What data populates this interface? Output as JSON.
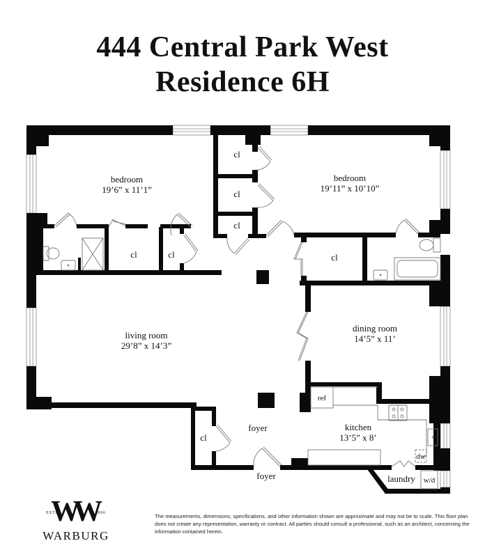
{
  "header": {
    "title_line1": "444 Central Park West",
    "title_line2": "Residence 6H"
  },
  "rooms": {
    "bedroom_west": {
      "name": "bedroom",
      "dims": "19’6” x 11’1”"
    },
    "bedroom_east": {
      "name": "bedroom",
      "dims": "19’11” x 10’10”"
    },
    "living_room": {
      "name": "living room",
      "dims": "29’8” x 14’3”"
    },
    "dining_room": {
      "name": "dining room",
      "dims": "14’5” x 11’"
    },
    "kitchen": {
      "name": "kitchen",
      "dims": "13’5” x 8’"
    },
    "foyer_inner": {
      "name": "foyer"
    },
    "foyer_entry": {
      "name": "foyer"
    },
    "laundry": {
      "name": "laundry"
    }
  },
  "closets": {
    "label": "cl",
    "bath_closet": "cl",
    "small_closet": "cl",
    "center_top": "cl",
    "center_mid": "cl",
    "center_bottom": "cl",
    "east_closet": "cl",
    "foyer_closet": "cl"
  },
  "fixtures": {
    "ref": "ref",
    "dw": "dw",
    "wd": "w/d"
  },
  "brand": {
    "monogram": "W",
    "estd": "ESTD",
    "year": "1896",
    "name": "WARBURG"
  },
  "disclaimer": {
    "text": "The measurements, dimensions, specifications, and other information shown are approximate and may not be to scale. This floor plan does not create any representation, warranty or contract. All parties should consult a professional, such as an architect, concerning the information contained herein."
  },
  "colors": {
    "wall": "#0a0a0a",
    "fixture_line": "#777777",
    "background": "#ffffff"
  }
}
